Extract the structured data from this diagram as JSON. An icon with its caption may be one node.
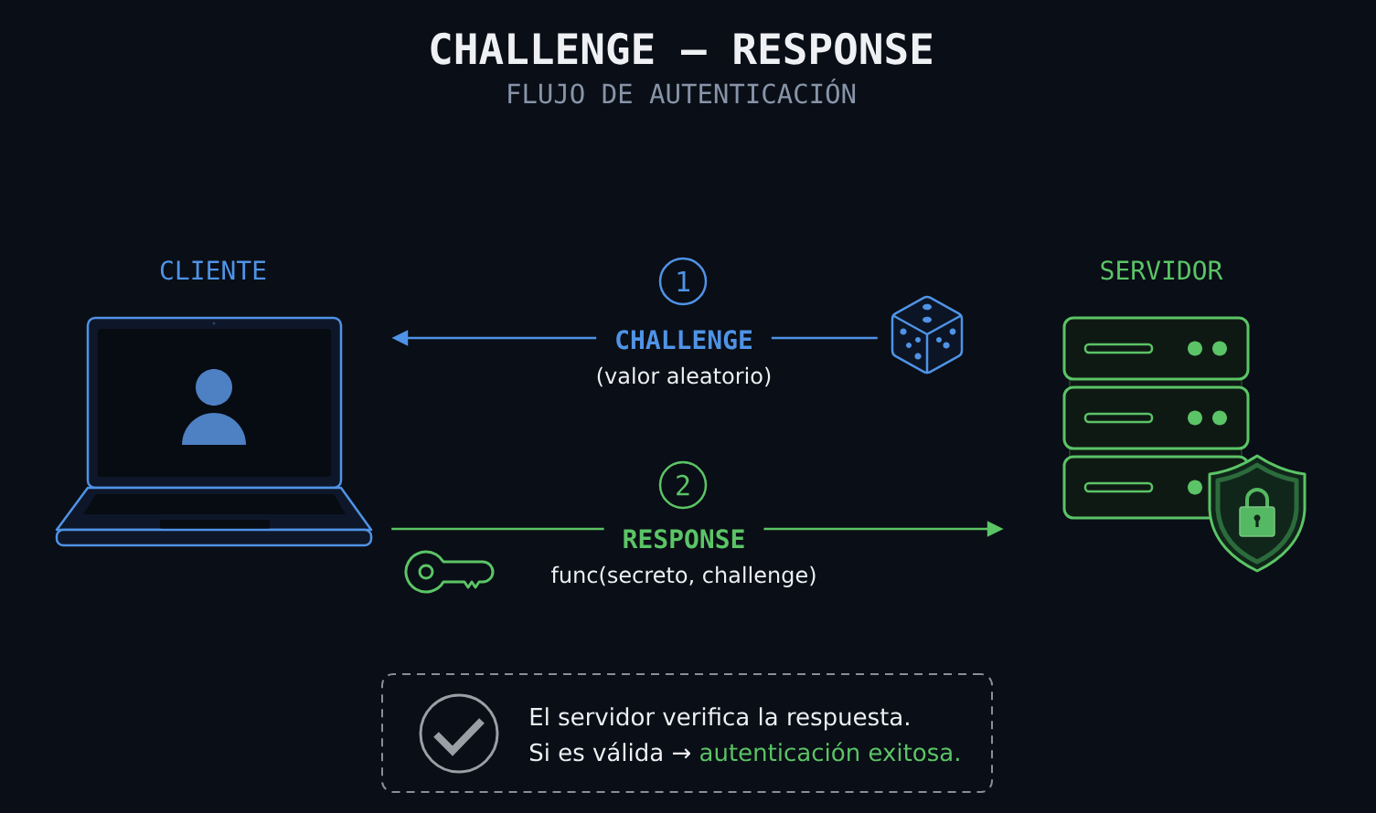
{
  "diagram": {
    "title": "CHALLENGE – RESPONSE",
    "nodes": [
      {
        "text": [
          "CLIENTE"
        ]
      },
      {
        "text": [],
        "shape": "picture"
      },
      {
        "text": [
          "SERVIDOR"
        ]
      },
      {
        "text": [
          "El servidor verifica la respuesta.",
          "Si es válida →",
          "autenticación exitosa."
        ]
      }
    ],
    "edges": [
      {
        "from": 1,
        "to": 0,
        "arrow": "to",
        "label": "CHALLENGE",
        "color": "#4f93e6"
      },
      {
        "from": 0,
        "to": 2,
        "arrow": "to",
        "label": "RESPONSE",
        "color": "#5bc466"
      }
    ],
    "labels": [
      "FLUJO DE AUTENTICACIÓN",
      "1",
      "(valor aleatorio)",
      "2",
      "func(secreto, challenge)"
    ]
  }
}
